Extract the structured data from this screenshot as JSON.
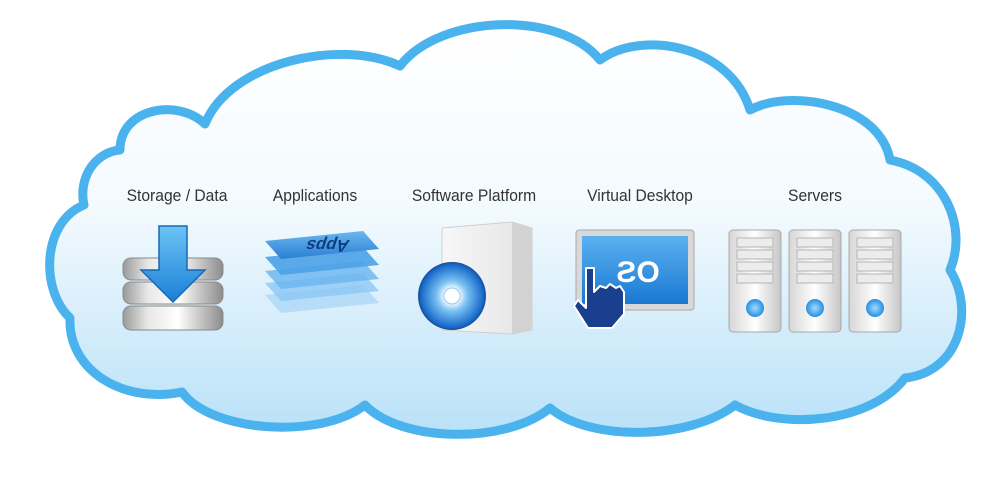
{
  "diagram": {
    "items": [
      {
        "label": "Storage / Data",
        "icon": "storage-icon"
      },
      {
        "label": "Applications",
        "icon": "apps-stack-icon"
      },
      {
        "label": "Software Platform",
        "icon": "software-box-icon"
      },
      {
        "label": "Virtual Desktop",
        "icon": "virtual-desktop-icon"
      },
      {
        "label": "Servers",
        "icon": "servers-icon"
      }
    ],
    "apps_text": "Apps",
    "os_text": "OS",
    "colors": {
      "cloud_outline": "#4ab3ee",
      "cloud_fill": "#e3f4fd",
      "accent_blue": "#1a7fd6",
      "label_text": "#333333"
    }
  }
}
